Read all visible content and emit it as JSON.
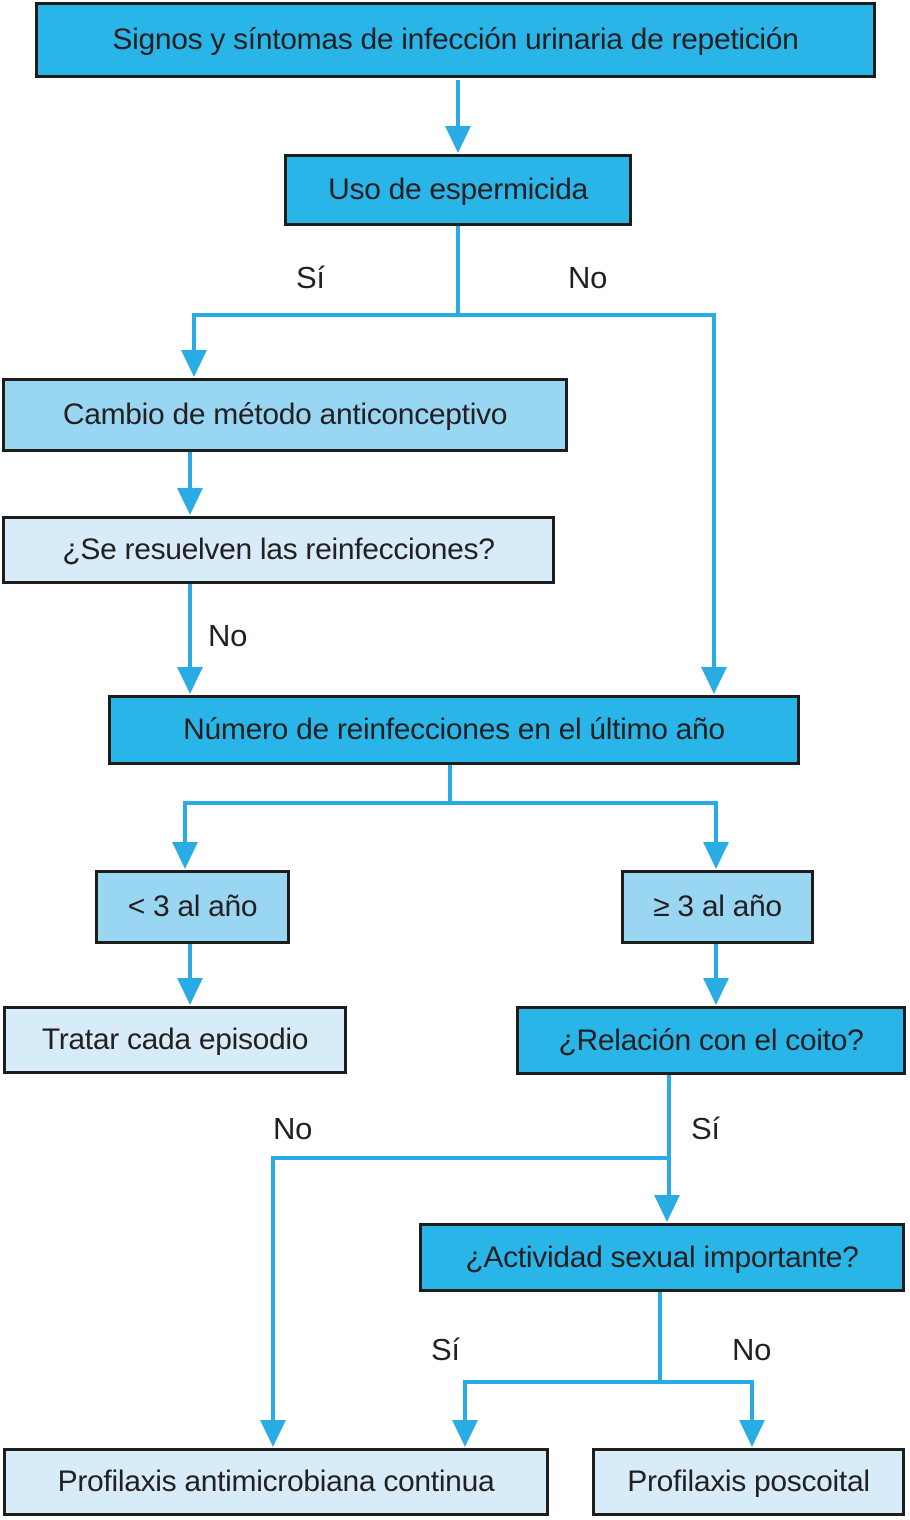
{
  "diagram": {
    "type": "flowchart",
    "language": "es",
    "topic": "Manejo de la infección urinaria de repetición"
  },
  "nodes": {
    "signos": {
      "label": "Signos y síntomas de infección urinaria de repetición",
      "emphasis": "strong"
    },
    "espermicida": {
      "label": "Uso de espermicida",
      "emphasis": "strong"
    },
    "cambio": {
      "label": "Cambio de método anticonceptivo",
      "emphasis": "medium"
    },
    "resuelven": {
      "label": "¿Se resuelven las reinfecciones?",
      "emphasis": "light"
    },
    "numero": {
      "label": "Número de reinfecciones en el último año",
      "emphasis": "strong"
    },
    "menos3": {
      "label": "< 3 al año",
      "emphasis": "medium"
    },
    "mas3": {
      "label": "≥ 3 al año",
      "emphasis": "medium"
    },
    "tratar": {
      "label": "Tratar cada episodio",
      "emphasis": "light"
    },
    "coito": {
      "label": "¿Relación con el coito?",
      "emphasis": "strong"
    },
    "actividad": {
      "label": "¿Actividad sexual importante?",
      "emphasis": "strong"
    },
    "profilaxis_continua": {
      "label": "Profilaxis antimicrobiana continua",
      "emphasis": "light"
    },
    "profilaxis_poscoital": {
      "label": "Profilaxis poscoital",
      "emphasis": "light"
    }
  },
  "edge_labels": {
    "espermicida_si": "Sí",
    "espermicida_no": "No",
    "resuelven_no": "No",
    "coito_no": "No",
    "coito_si": "Sí",
    "actividad_si": "Sí",
    "actividad_no": "No"
  },
  "colors": {
    "node_strong": "#2ab5e9",
    "node_medium": "#99d6f2",
    "node_light": "#d7ebf9",
    "connector": "#29ace4",
    "border": "#1d1d1b",
    "text": "#242021"
  }
}
